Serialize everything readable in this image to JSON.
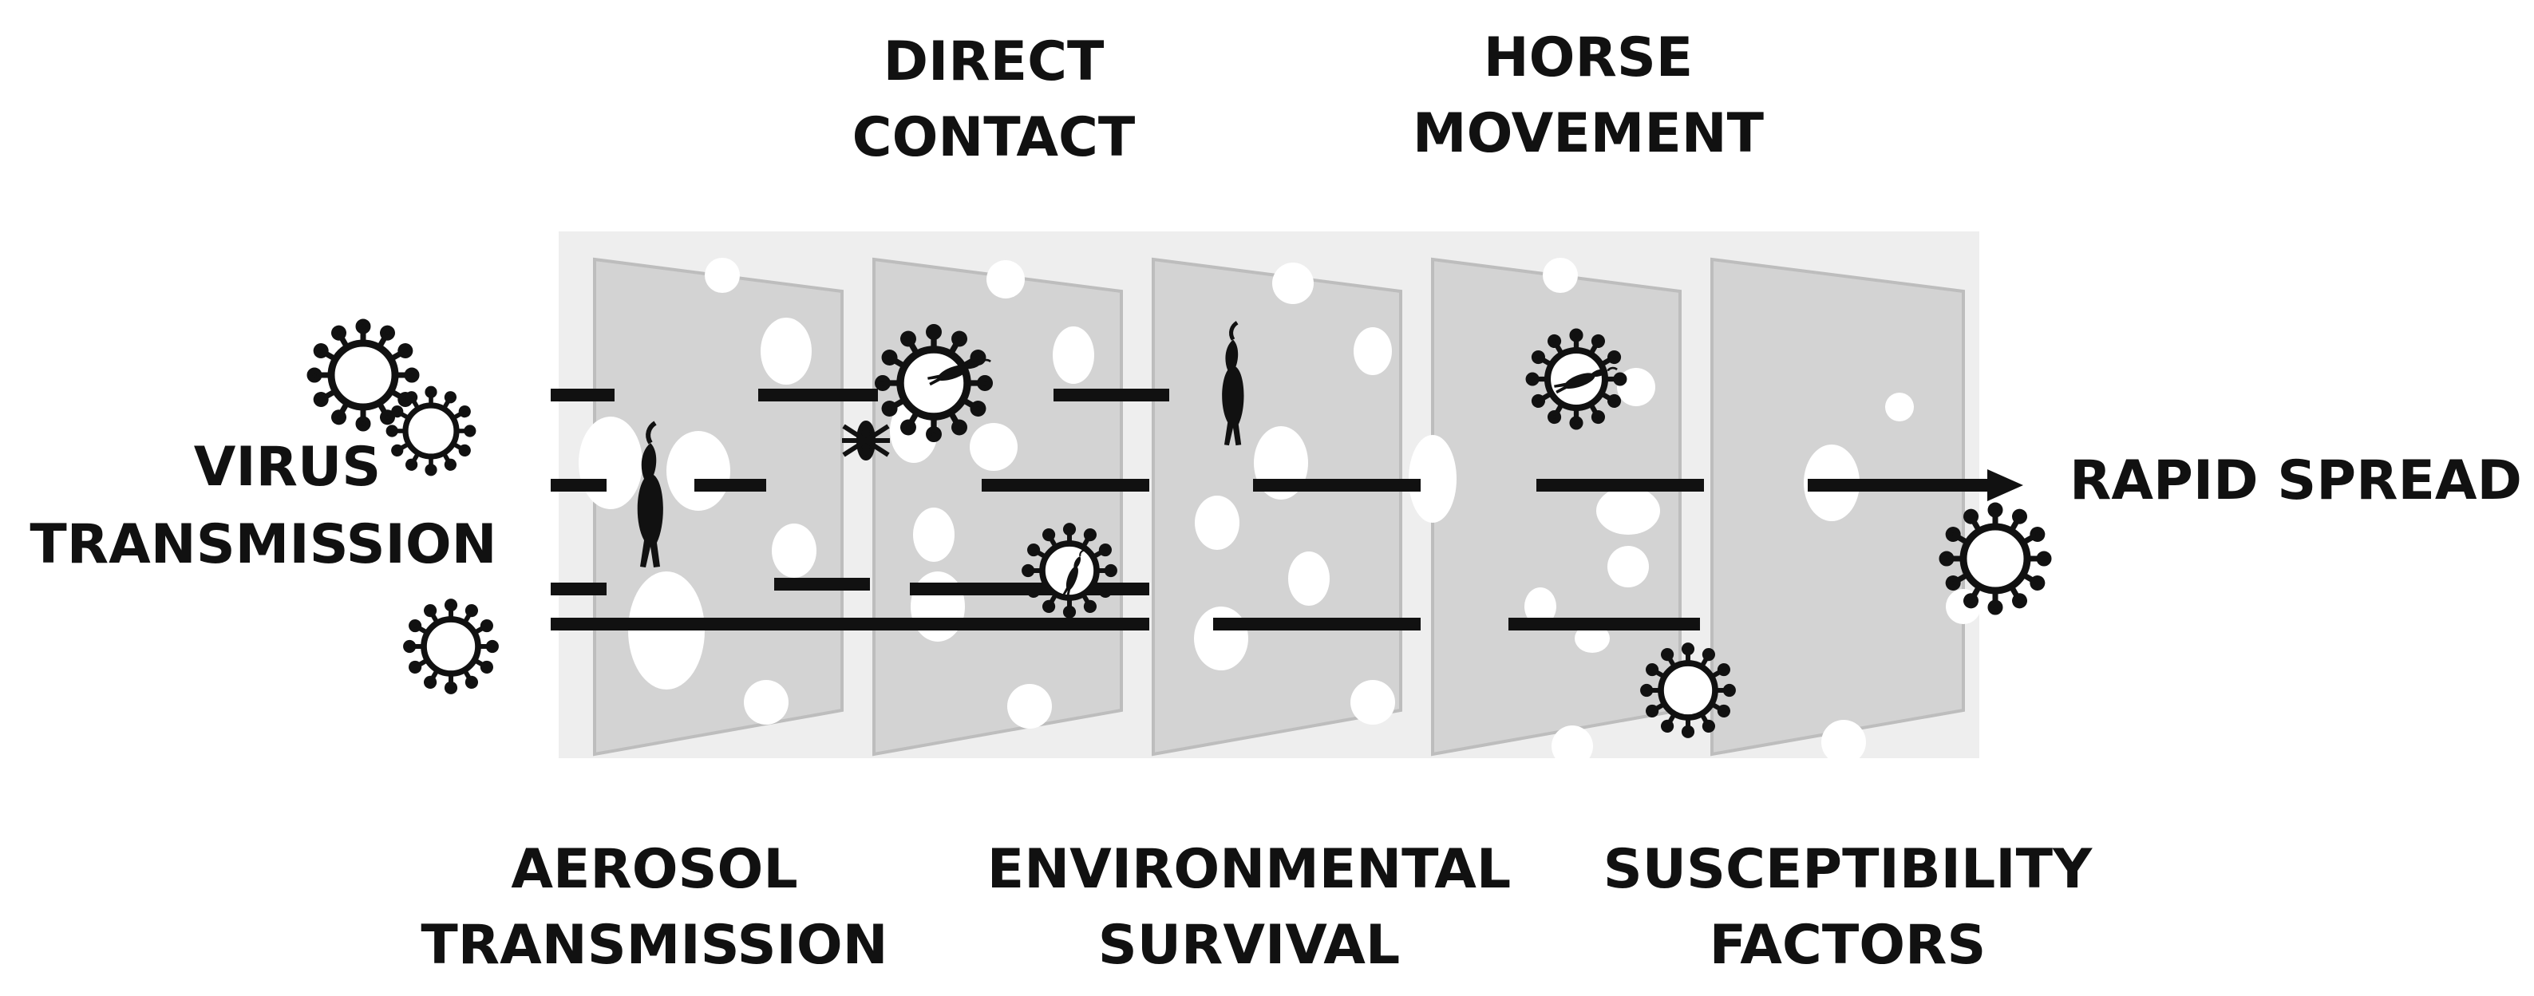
{
  "labels": {
    "input": [
      "VIRUS",
      "TRANSMISSION"
    ],
    "output": "RAPID SPREAD",
    "top": [
      [
        "DIRECT",
        "CONTACT"
      ],
      [
        "HORSE",
        "MOVEMENT"
      ]
    ],
    "bottom": [
      [
        "AEROSOL",
        "TRANSMISSION"
      ],
      [
        "ENVIRONMENTAL",
        "SURVIVAL"
      ],
      [
        "SUSCEPTIBILITY",
        "FACTORS"
      ]
    ]
  },
  "layers": [
    {
      "name": "aerosol-transmission"
    },
    {
      "name": "direct-contact"
    },
    {
      "name": "environmental-survival"
    },
    {
      "name": "horse-movement"
    },
    {
      "name": "susceptibility-factors"
    }
  ],
  "icons": [
    "virus-icon",
    "horse-icon",
    "mosquito-icon",
    "arrow-icon"
  ],
  "colors": {
    "slice_fill": "#d3d3d3",
    "slice_edge": "#bdbdbd",
    "hole": "#ffffff",
    "line": "#111111"
  }
}
